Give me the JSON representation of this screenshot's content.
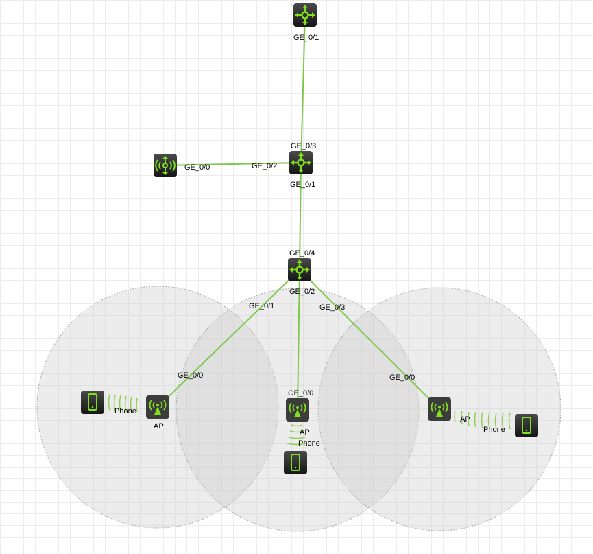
{
  "colors": {
    "link": "#7dc84a",
    "icon_green": "#7fe01c",
    "device_bg": "#2a2a2a",
    "coverage": "#d8d8d8"
  },
  "devices": [
    {
      "id": "router-top",
      "type": "router",
      "icon": "router-icon"
    },
    {
      "id": "switch-mid",
      "type": "switch",
      "icon": "router-icon"
    },
    {
      "id": "ac",
      "type": "access-controller",
      "icon": "wireless-controller-icon"
    },
    {
      "id": "switch-low",
      "type": "switch",
      "icon": "router-icon"
    },
    {
      "id": "ap-left",
      "type": "ap",
      "icon": "access-point-icon",
      "label": "AP"
    },
    {
      "id": "ap-center",
      "type": "ap",
      "icon": "access-point-icon",
      "label": "AP"
    },
    {
      "id": "ap-right",
      "type": "ap",
      "icon": "access-point-icon",
      "label": "AP"
    },
    {
      "id": "phone-left",
      "type": "phone",
      "icon": "phone-icon",
      "label": "Phone"
    },
    {
      "id": "phone-center",
      "type": "phone",
      "icon": "phone-icon",
      "label": "Phone"
    },
    {
      "id": "phone-right",
      "type": "phone",
      "icon": "phone-icon",
      "label": "Phone"
    }
  ],
  "ports": {
    "router_top_ge01": "GE_0/1",
    "mid_ge03": "GE_0/3",
    "mid_ge02": "GE_0/2",
    "mid_ge01": "GE_0/1",
    "ac_ge00": "GE_0/0",
    "low_ge04": "GE_0/4",
    "low_ge01": "GE_0/1",
    "low_ge02": "GE_0/2",
    "low_ge03": "GE_0/3",
    "apl_ge00": "GE_0/0",
    "apc_ge00": "GE_0/0",
    "apr_ge00": "GE_0/0"
  }
}
